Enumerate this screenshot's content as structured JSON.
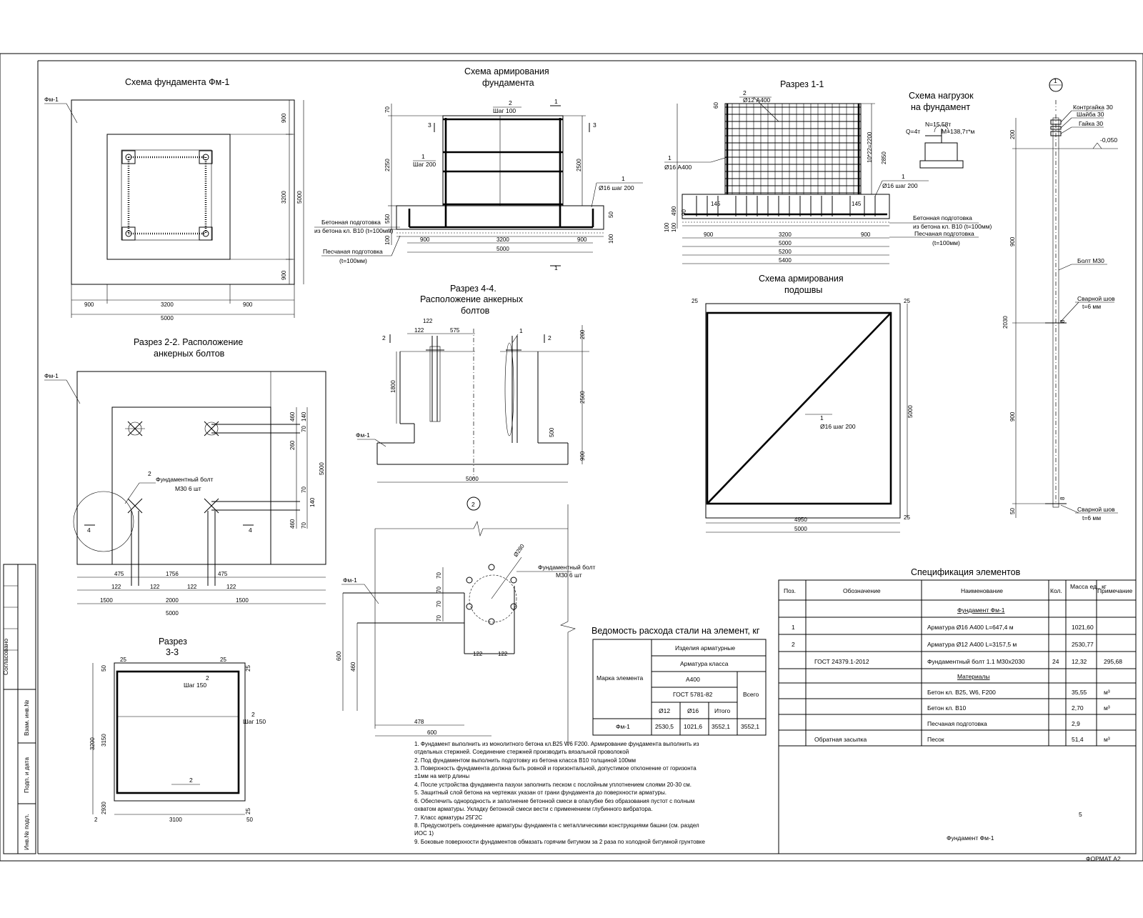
{
  "titles": {
    "plan": "Схема фундамента Фм-1",
    "reinf1": "Схема армирования",
    "reinf2": "фундамента",
    "sec11": "Разрез 1-1",
    "load1": "Схема нагрузок",
    "load2": "на фундамент",
    "sec22a": "Разрез 2-2. Расположение",
    "sec22b": "анкерных болтов",
    "sec44a": "Разрез 4-4.",
    "sec44b": "Расположение анкерных",
    "sec44c": "болтов",
    "sole1": "Схема армирования",
    "sole2": "подошвы",
    "sec33a": "Разрез",
    "sec33b": "3-3",
    "spec": "Спецификация элементов",
    "steel": "Ведомость расхода стали на элемент, кг"
  },
  "labels": {
    "fm1": "Фм-1",
    "step100": "Шаг 100",
    "step200": "Шаг 200",
    "step150": "Шаг 150",
    "d16s200": "Ø16 шаг 200",
    "d12a400": "Ø12 А400",
    "d16a400": "Ø16 А400",
    "concrete_prep1": "Бетонная подготовка",
    "concrete_prep2": "из бетона кл. В10 (t=100мм)",
    "sand_prep1": "Песчаная подготовка",
    "sand_prep2": "(t=100мм)",
    "n_load": "N=15,58т",
    "q_load": "Q=4т",
    "m_load": "M=138,7т*м",
    "counter_nut": "Контргайка 30",
    "washer": "Шайба 30",
    "nut": "Гайка 30",
    "level": "-0,050",
    "bolt_m30": "Болт М30",
    "weld1": "Сварной шов",
    "weld2": "t=6 мм",
    "found_bolt": "Фундаментный болт",
    "m30_6": "М30 6 шт",
    "d280": "Ø280",
    "sec1_mark": "1",
    "sec2_mark": "2",
    "sec3_mark": "3",
    "sec4_mark": "4",
    "pos1": "1",
    "pos2": "2"
  },
  "dims": {
    "d900": "900",
    "d3200": "3200",
    "d5000": "5000",
    "d5200": "5200",
    "d5400": "5400",
    "d70": "70",
    "d2250": "2250",
    "d550": "550",
    "d100": "100",
    "d2500": "2500",
    "d50": "50",
    "d60": "60",
    "d2850": "2850",
    "d10x220": "10*22=2200",
    "d145": "145",
    "d490": "490",
    "d90": "90",
    "d122": "122",
    "d575": "575",
    "d200": "200",
    "d1800": "1800",
    "d500": "500",
    "d460": "460",
    "d140": "140",
    "d260": "260",
    "d475": "475",
    "d1756": "1756",
    "d1500": "1500",
    "d2000": "2000",
    "d25": "25",
    "d4950": "4950",
    "d3100": "3100",
    "d3150": "3150",
    "d2930": "2930",
    "d600": "600",
    "d478": "478",
    "d2030": "2030",
    "d8": "8",
    "d2": "2"
  },
  "steel_table": {
    "h_mark": "Марка элемента",
    "h_products": "Изделия арматурные",
    "h_class": "Арматура класса",
    "h_a400": "А400",
    "h_gost": "ГОСТ 5781-82",
    "h_total": "Всего",
    "h_d12": "Ø12",
    "h_d16": "Ø16",
    "h_itogo": "Итого",
    "row": [
      "Фм-1",
      "2530,5",
      "1021,6",
      "3552,1",
      "3552,1"
    ]
  },
  "spec_table": {
    "headers": [
      "Поз.",
      "Обозначение",
      "Наименование",
      "Кол.",
      "Масса ед., кг",
      "Примечание"
    ],
    "rows": [
      [
        "",
        "",
        "Фундамент Фм-1",
        "",
        "",
        ""
      ],
      [
        "1",
        "",
        "Арматура Ø16 А400 L=647,4 м",
        "",
        "1021,60",
        ""
      ],
      [
        "2",
        "",
        "Арматура Ø12 А400 L=3157,5 м",
        "",
        "2530,77",
        ""
      ],
      [
        "",
        "ГОСТ 24379.1-2012",
        "Фундаментный болт 1.1 М30х2030",
        "24",
        "12,32",
        "295,68"
      ],
      [
        "",
        "",
        "Материалы",
        "",
        "",
        ""
      ],
      [
        "",
        "",
        "Бетон кл. В25, W6, F200",
        "",
        "35,55",
        "м³"
      ],
      [
        "",
        "",
        "Бетон кл. В10",
        "",
        "2,70",
        "м³"
      ],
      [
        "",
        "",
        "Песчаная подготовка",
        "",
        "2,9",
        ""
      ],
      [
        "",
        "Обратная засыпка",
        "Песок",
        "",
        "51,4",
        "м³"
      ]
    ]
  },
  "notes": [
    "1.   Фундамент выполнить из монолитного бетона кл.В25 W6 F200.  Армирование фундамента выполнить из",
    "      отдельных стержней. Соединение стержней производить вязальной проволокой",
    "2.   Под фундаментом выполнить подготовку из бетона класса В10 толщиной 100мм",
    "3.   Поверхность фундамента должна быть ровной и горизонтальной, допустимое отклонение от горизонта",
    "      ±1мм на метр длины",
    "4.   После устройства фундамента пазухи заполнить песком с послойным уплотнением слоями 20-30 см.",
    "5.   Защитный слой бетона на чертежах указан от грани фундамента до поверхности арматуры.",
    "6.   Обеспечить однородность и заполнение бетонной смеси в опалубке без образования пустот с полным",
    "      охватом арматуры. Укладку бетонной смеси вести с применением глубинного вибратора.",
    "7.   Класс арматуры 25Г2С",
    "8.   Предусмотреть соединение арматуры фундамента с металлическими конструкциями башни (см. раздел",
    "      ИОС 1)",
    "9.   Боковые поверхности фундаментов обмазать горячим битумом за 2  раза по холодной битумной грунтовке"
  ],
  "stamp": {
    "agreed": "Согласовано",
    "inv_zam": "Взам. инв.№",
    "sign_date": "Подп. и дата",
    "inv_orig": "Инв.№ подл.",
    "sheet_title": "Фундамент Фм-1",
    "sheet_no": "5",
    "format": "ФОРМАТ А2"
  }
}
